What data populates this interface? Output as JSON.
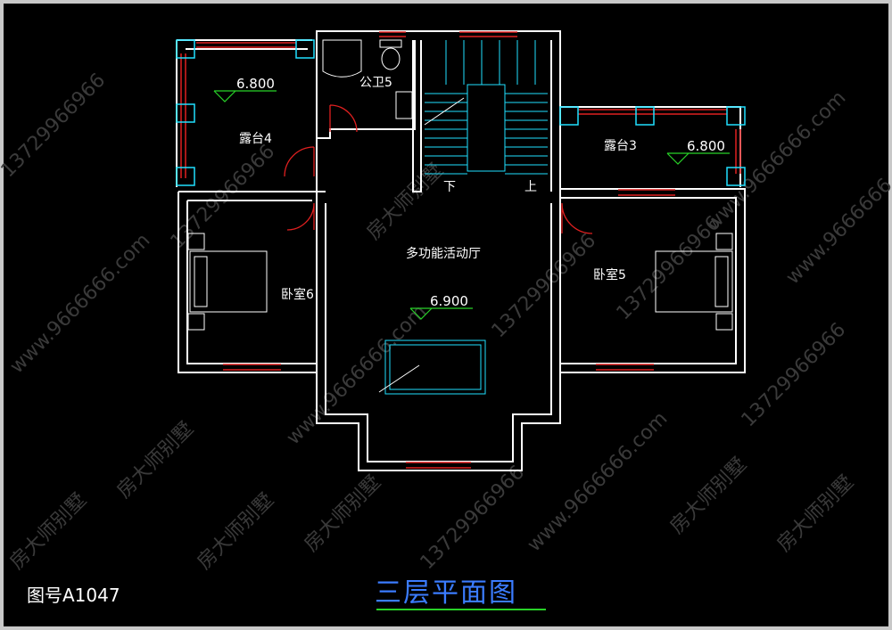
{
  "drawing_number": "图号A1047",
  "plan_title": "三层平面图",
  "watermarks": [
    "房大师别墅",
    "13729966966",
    "www.9666666.com"
  ],
  "rooms": {
    "terrace4": "露台4",
    "terrace3": "露台3",
    "bath5": "公卫5",
    "activity_hall": "多功能活动厅",
    "bedroom6": "卧室6",
    "bedroom5": "卧室5"
  },
  "elevations": {
    "terrace4": "6.800",
    "terrace3": "6.800",
    "hall": "6.900"
  },
  "stair_labels": {
    "down": "下",
    "up": "上"
  },
  "colors": {
    "wall": "#ffffff",
    "window": "#e02020",
    "column": "#20e0ff",
    "stair": "#20e0ff",
    "title": "#3b7cff",
    "underline": "#28d228",
    "watermark": "#3a3a3a"
  }
}
